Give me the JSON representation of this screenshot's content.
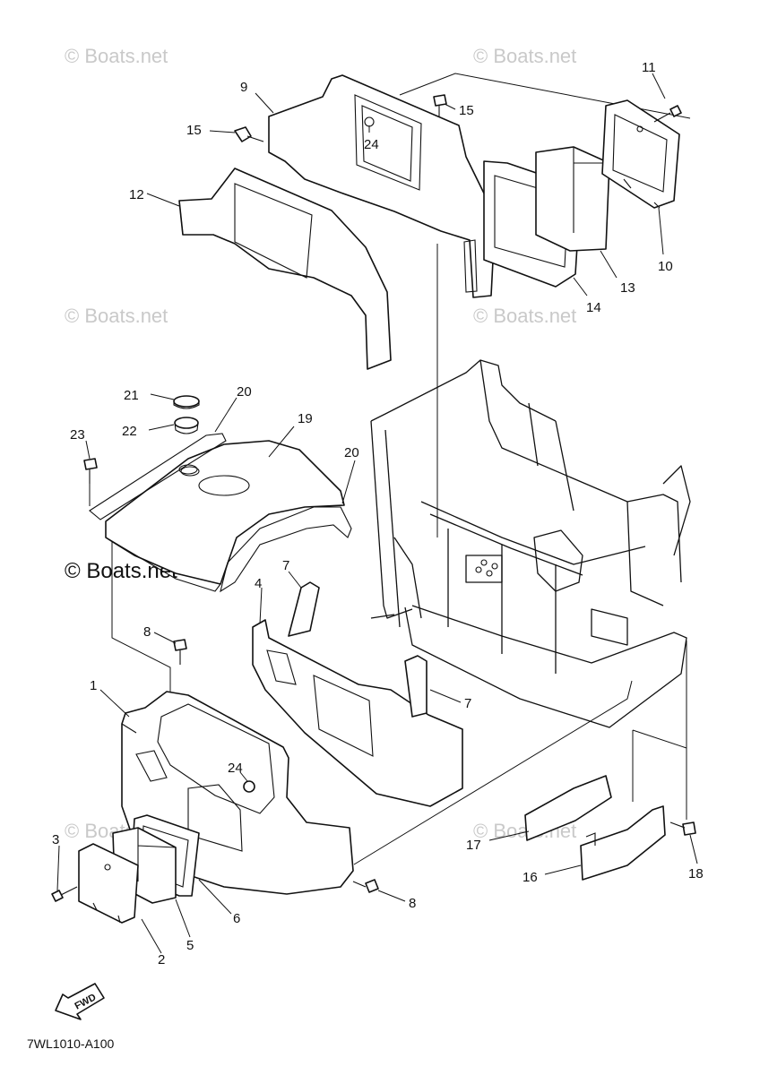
{
  "watermarks": {
    "top_left": "© Boats.net",
    "top_right": "© Boats.net",
    "mid_left": "© Boats.net",
    "mid_right": "© Boats.net",
    "center_dark": "© Boats.net",
    "lower_left": "© Boats.net",
    "lower_right": "© Boats.net"
  },
  "callouts": {
    "c1": "1",
    "c2": "2",
    "c3": "3",
    "c4": "4",
    "c5": "5",
    "c6": "6",
    "c7a": "7",
    "c7b": "7",
    "c8a": "8",
    "c8b": "8",
    "c9": "9",
    "c10": "10",
    "c11": "11",
    "c12": "12",
    "c13": "13",
    "c14": "14",
    "c15a": "15",
    "c15b": "15",
    "c16": "16",
    "c17": "17",
    "c18": "18",
    "c19": "19",
    "c20a": "20",
    "c20b": "20",
    "c21": "21",
    "c22": "22",
    "c23": "23",
    "c24a": "24",
    "c24b": "24"
  },
  "direction_arrow": "FWD",
  "diagram_code": "7WL1010-A100"
}
